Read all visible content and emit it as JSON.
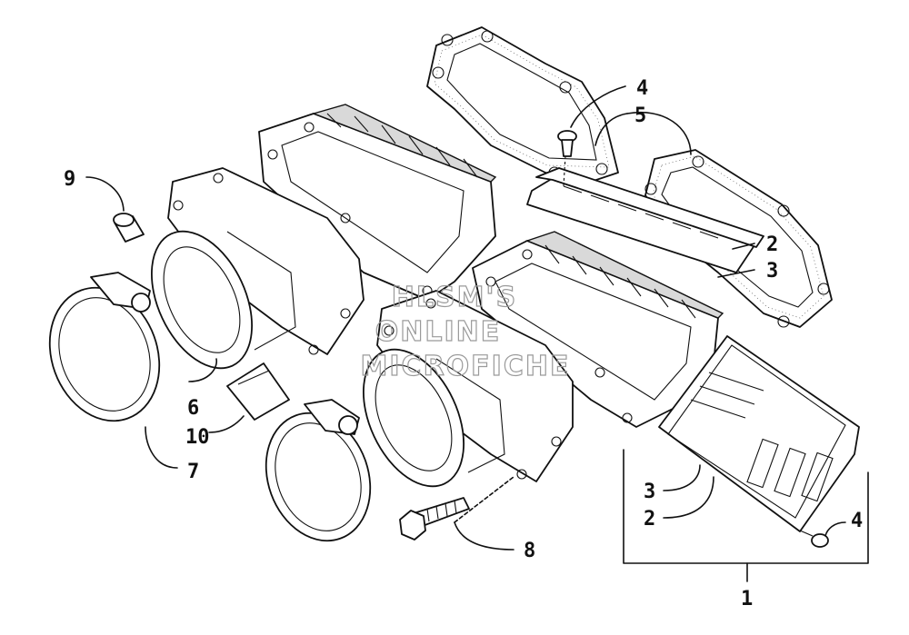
{
  "callouts": {
    "c1": "1",
    "c2a": "2",
    "c2b": "2",
    "c3a": "3",
    "c3b": "3",
    "c4a": "4",
    "c4b": "4",
    "c5": "5",
    "c6": "6",
    "c7": "7",
    "c8": "8",
    "c9": "9",
    "c10": "10"
  },
  "watermark": {
    "line1": "HLSM'S",
    "line2": "ONLINE",
    "line3": "MICROFICHE"
  }
}
